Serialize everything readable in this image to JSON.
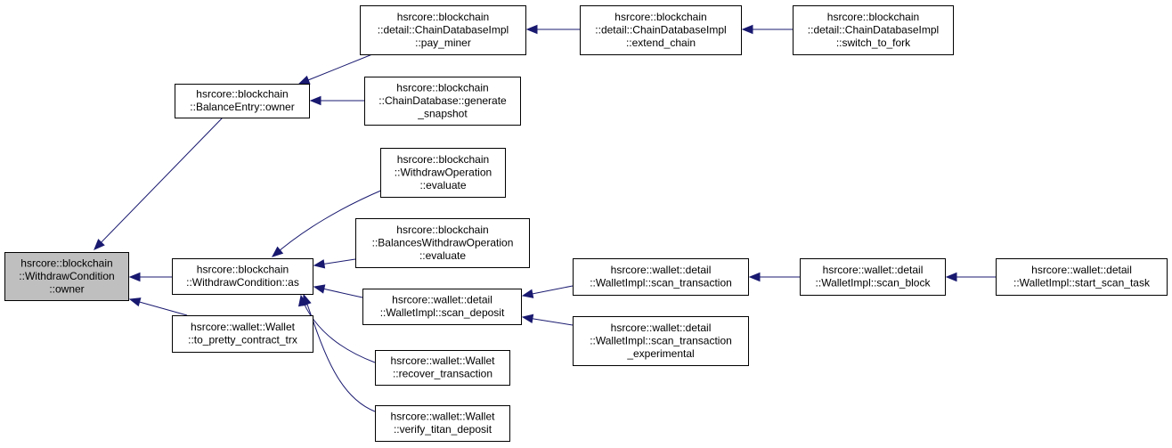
{
  "colors": {
    "edge": "#191970",
    "root_fill": "#bfbfbf",
    "node_fill": "#ffffff",
    "border": "#000000"
  },
  "nodes": [
    {
      "id": "root",
      "lines": [
        "hsrcore::blockchain",
        "::WithdrawCondition",
        "::owner"
      ]
    },
    {
      "id": "balance_owner",
      "lines": [
        "hsrcore::blockchain",
        "::BalanceEntry::owner"
      ]
    },
    {
      "id": "wc_as",
      "lines": [
        "hsrcore::blockchain",
        "::WithdrawCondition::as"
      ]
    },
    {
      "id": "wallet_pretty",
      "lines": [
        "hsrcore::wallet::Wallet",
        "::to_pretty_contract_trx"
      ]
    },
    {
      "id": "pay_miner",
      "lines": [
        "hsrcore::blockchain",
        "::detail::ChainDatabaseImpl",
        "::pay_miner"
      ]
    },
    {
      "id": "generate_snapshot",
      "lines": [
        "hsrcore::blockchain",
        "::ChainDatabase::generate",
        "_snapshot"
      ]
    },
    {
      "id": "extend_chain",
      "lines": [
        "hsrcore::blockchain",
        "::detail::ChainDatabaseImpl",
        "::extend_chain"
      ]
    },
    {
      "id": "switch_to_fork",
      "lines": [
        "hsrcore::blockchain",
        "::detail::ChainDatabaseImpl",
        "::switch_to_fork"
      ]
    },
    {
      "id": "withdraw_eval",
      "lines": [
        "hsrcore::blockchain",
        "::WithdrawOperation",
        "::evaluate"
      ]
    },
    {
      "id": "bal_withdraw_eval",
      "lines": [
        "hsrcore::blockchain",
        "::BalancesWithdrawOperation",
        "::evaluate"
      ]
    },
    {
      "id": "scan_deposit",
      "lines": [
        "hsrcore::wallet::detail",
        "::WalletImpl::scan_deposit"
      ]
    },
    {
      "id": "recover_tx",
      "lines": [
        "hsrcore::wallet::Wallet",
        "::recover_transaction"
      ]
    },
    {
      "id": "verify_titan",
      "lines": [
        "hsrcore::wallet::Wallet",
        "::verify_titan_deposit"
      ]
    },
    {
      "id": "scan_transaction",
      "lines": [
        "hsrcore::wallet::detail",
        "::WalletImpl::scan_transaction"
      ]
    },
    {
      "id": "scan_tx_exp",
      "lines": [
        "hsrcore::wallet::detail",
        "::WalletImpl::scan_transaction",
        "_experimental"
      ]
    },
    {
      "id": "scan_block",
      "lines": [
        "hsrcore::wallet::detail",
        "::WalletImpl::scan_block"
      ]
    },
    {
      "id": "start_scan_task",
      "lines": [
        "hsrcore::wallet::detail",
        "::WalletImpl::start_scan_task"
      ]
    }
  ],
  "edges": [
    {
      "from": "balance_owner",
      "to": "root"
    },
    {
      "from": "wc_as",
      "to": "root"
    },
    {
      "from": "wallet_pretty",
      "to": "root"
    },
    {
      "from": "pay_miner",
      "to": "balance_owner"
    },
    {
      "from": "generate_snapshot",
      "to": "balance_owner"
    },
    {
      "from": "extend_chain",
      "to": "pay_miner"
    },
    {
      "from": "switch_to_fork",
      "to": "extend_chain"
    },
    {
      "from": "withdraw_eval",
      "to": "wc_as"
    },
    {
      "from": "bal_withdraw_eval",
      "to": "wc_as"
    },
    {
      "from": "scan_deposit",
      "to": "wc_as"
    },
    {
      "from": "recover_tx",
      "to": "wc_as"
    },
    {
      "from": "verify_titan",
      "to": "wc_as"
    },
    {
      "from": "scan_transaction",
      "to": "scan_deposit"
    },
    {
      "from": "scan_tx_exp",
      "to": "scan_deposit"
    },
    {
      "from": "scan_block",
      "to": "scan_transaction"
    },
    {
      "from": "start_scan_task",
      "to": "scan_block"
    }
  ]
}
